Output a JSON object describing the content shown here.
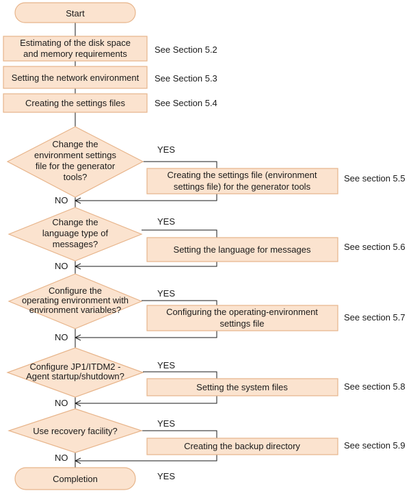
{
  "start": {
    "label": "Start"
  },
  "completion": {
    "label": "Completion"
  },
  "steps": [
    {
      "lines": [
        "Estimating of the disk space",
        "and memory requirements"
      ],
      "ref": "See Section 5.2"
    },
    {
      "lines": [
        "Setting the network environment"
      ],
      "ref": "See Section 5.3"
    },
    {
      "lines": [
        "Creating the settings files"
      ],
      "ref": "See Section 5.4"
    }
  ],
  "decisions": [
    {
      "question": [
        "Change the",
        "environment settings",
        "file for the generator",
        "tools?"
      ],
      "yes": "YES",
      "no": "NO",
      "action": [
        "Creating the settings file (environment",
        "settings file) for the generator tools"
      ],
      "ref": "See section 5.5"
    },
    {
      "question": [
        "Change the",
        "language type of",
        "messages?"
      ],
      "yes": "YES",
      "no": "NO",
      "action": [
        "Setting the language for messages"
      ],
      "ref": "See section 5.6"
    },
    {
      "question": [
        "Configure the",
        "operating environment with",
        "environment variables?"
      ],
      "yes": "YES",
      "no": "NO",
      "action": [
        "Configuring the operating-environment",
        "settings file"
      ],
      "ref": "See section 5.7"
    },
    {
      "question": [
        "Configure JP1/ITDM2 -",
        "Agent startup/shutdown?"
      ],
      "yes": "YES",
      "no": "NO",
      "action": [
        "Setting the system files"
      ],
      "ref": "See section 5.8"
    },
    {
      "question": [
        "Use recovery facility?"
      ],
      "yes": "YES",
      "no": "NO",
      "action": [
        "Creating the backup directory"
      ],
      "ref": "See section 5.9"
    }
  ],
  "final_yes": "YES"
}
